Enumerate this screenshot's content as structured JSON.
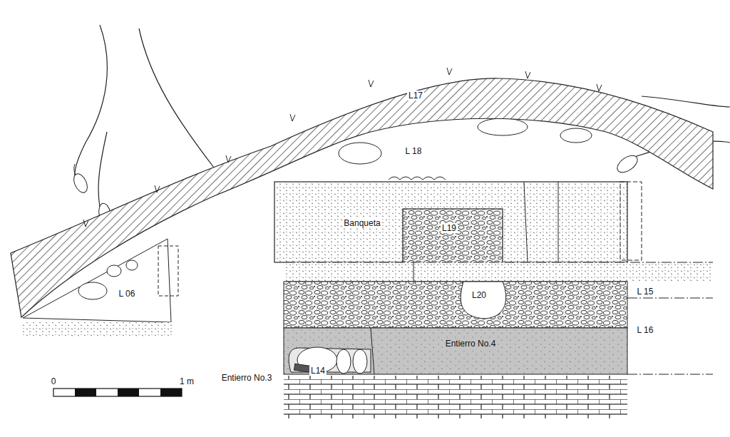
{
  "diagram": {
    "labels": [
      "L17",
      "L 18",
      "Banqueta",
      "L19",
      "L20",
      "L 15",
      "L 16",
      "L 06",
      "Entierro No.4",
      "Entierro No.3",
      "L14",
      "0",
      "1 m"
    ]
  }
}
